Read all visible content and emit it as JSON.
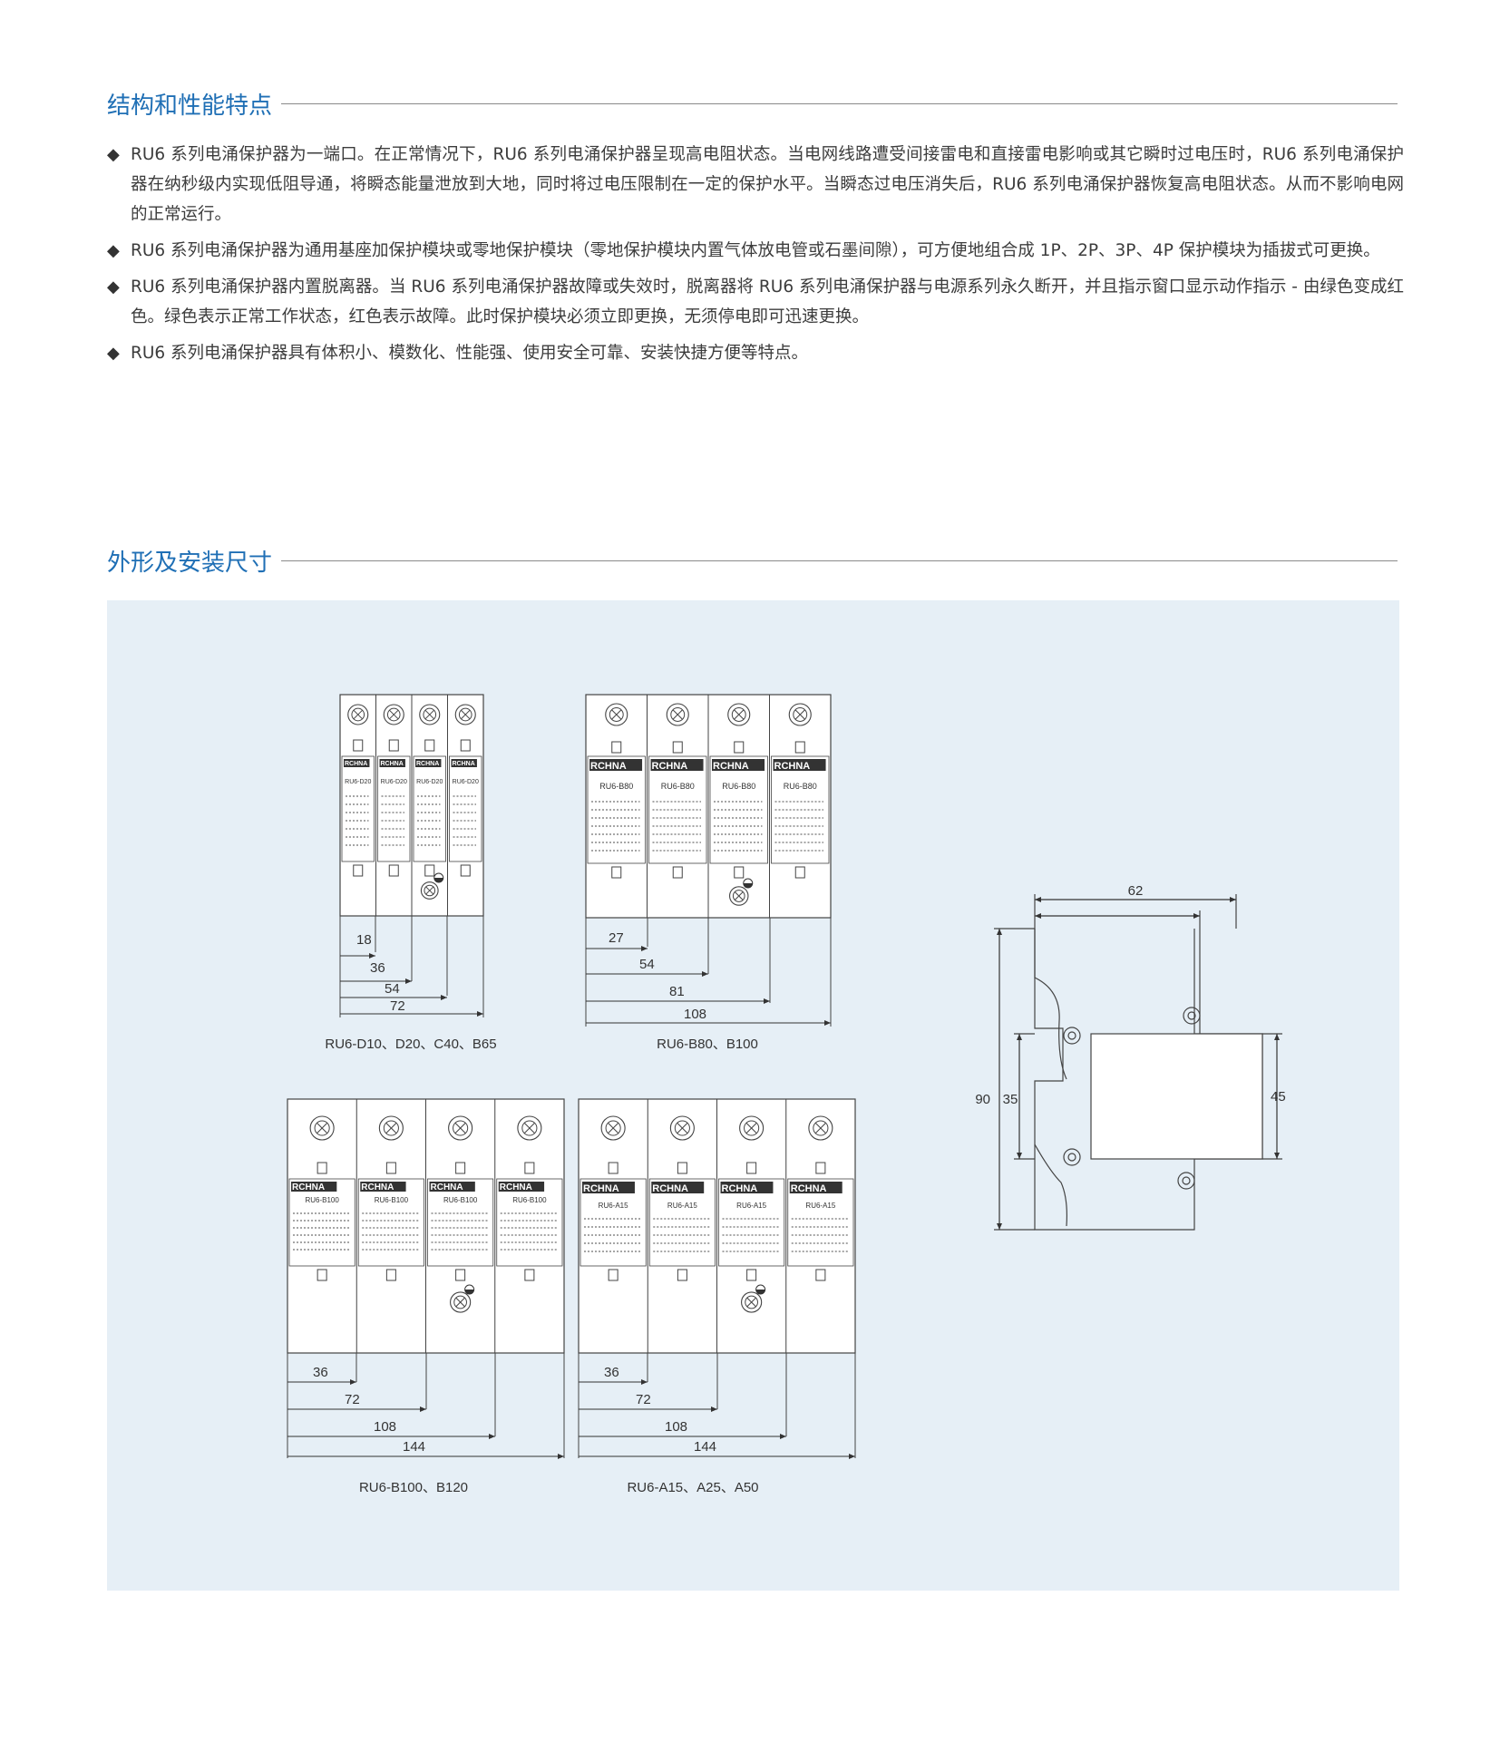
{
  "section1": {
    "title": "结构和性能特点",
    "bullet_symbol": "◆",
    "bullets": [
      "RU6 系列电涌保护器为一端口。在正常情况下，RU6 系列电涌保护器呈现高电阻状态。当电网线路遭受间接雷电和直接雷电影响或其它瞬时过电压时，RU6 系列电涌保护器在纳秒级内实现低阻导通，将瞬态能量泄放到大地，同时将过电压限制在一定的保护水平。当瞬态过电压消失后，RU6 系列电涌保护器恢复高电阻状态。从而不影响电网的正常运行。",
      "RU6 系列电涌保护器为通用基座加保护模块或零地保护模块（零地保护模块内置气体放电管或石墨间隙），可方便地组合成 1P、2P、3P、4P 保护模块为插拔式可更换。",
      "RU6 系列电涌保护器内置脱离器。当 RU6 系列电涌保护器故障或失效时，脱离器将 RU6 系列电涌保护器与电源系列永久断开，并且指示窗口显示动作指示 - 由绿色变成红色。绿色表示正常工作状态，红色表示故障。此时保护模块必须立即更换，无须停电即可迅速更换。",
      "RU6 系列电涌保护器具有体积小、模数化、性能强、使用安全可靠、安装快捷方便等特点。"
    ]
  },
  "section2": {
    "title": "外形及安装尺寸",
    "diagrams": [
      {
        "caption": "RU6-D10、D20、C40、B65",
        "brand": "RCHNA",
        "model": "RU6-D20",
        "dims": [
          "18",
          "36",
          "54",
          "72"
        ]
      },
      {
        "caption": "RU6-B80、B100",
        "brand": "RCHNA",
        "model": "RU6-B80",
        "dims": [
          "27",
          "54",
          "81",
          "108"
        ]
      },
      {
        "caption": "RU6-B100、B120",
        "brand": "RCHNA",
        "model": "RU6-B100",
        "dims": [
          "36",
          "72",
          "108",
          "144"
        ]
      },
      {
        "caption": "RU6-A15、A25、A50",
        "brand": "RCHNA",
        "model": "RU6-A15",
        "dims": [
          "36",
          "72",
          "108",
          "144"
        ]
      }
    ],
    "side_view": {
      "dims": [
        "62",
        "90",
        "35",
        "45"
      ]
    }
  }
}
